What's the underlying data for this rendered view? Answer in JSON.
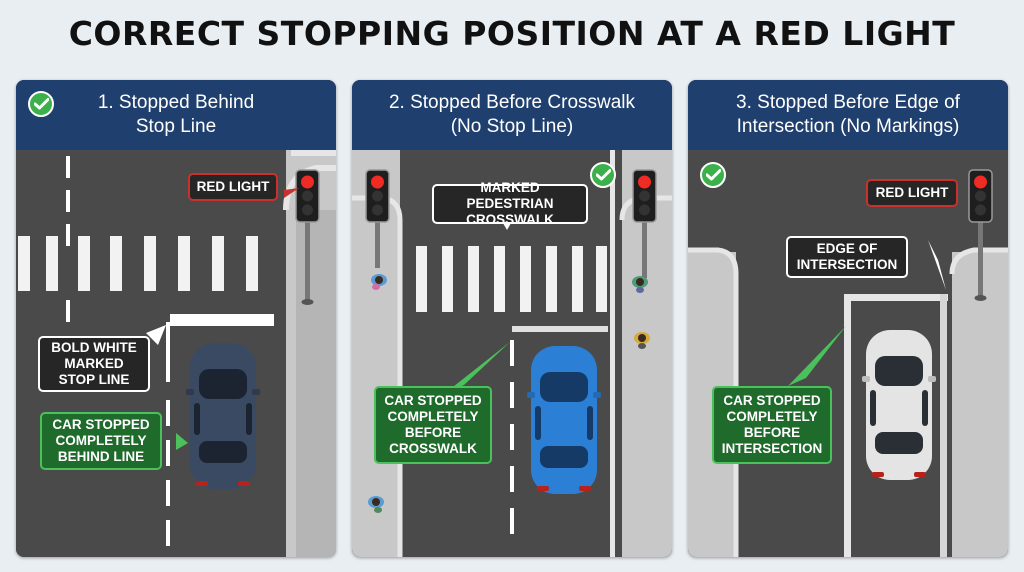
{
  "title": "CORRECT STOPPING POSITION AT A RED LIGHT",
  "panels": [
    {
      "heading": [
        "1. Stopped Behind",
        "Stop Line"
      ],
      "labels": {
        "red_light": "RED LIGHT",
        "stop_line": [
          "BOLD WHITE",
          "MARKED",
          "STOP LINE"
        ],
        "car": [
          "CAR STOPPED",
          "COMPLETELY",
          "BEHIND LINE"
        ]
      }
    },
    {
      "heading": [
        "2. Stopped Before Crosswalk",
        "(No Stop Line)"
      ],
      "labels": {
        "crosswalk": [
          "MARKED PEDESTRIAN",
          "CROSSWALK"
        ],
        "car": [
          "CAR STOPPED",
          "COMPLETELY",
          "BEFORE",
          "CROSSWALK"
        ]
      }
    },
    {
      "heading": [
        "3. Stopped Before Edge of",
        "Intersection (No Markings)"
      ],
      "labels": {
        "red_light": "RED LIGHT",
        "edge": [
          "EDGE OF",
          "INTERSECTION"
        ],
        "car": [
          "CAR STOPPED",
          "COMPLETELY",
          "BEFORE",
          "INTERSECTION"
        ]
      }
    }
  ],
  "colors": {
    "header": "#1f3f6e",
    "road": "#4a4a4a",
    "sidewalk": "#c8c8c8",
    "check": "#3cb04a",
    "green_label": "#1f6b2c",
    "red_outline": "#c9312c",
    "car_1": "#3b4a63",
    "car_2": "#2b7fd4",
    "car_3": "#e4e4e4"
  },
  "icons": [
    "check-icon",
    "traffic-light-icon",
    "car-icon",
    "pedestrian-icon"
  ]
}
